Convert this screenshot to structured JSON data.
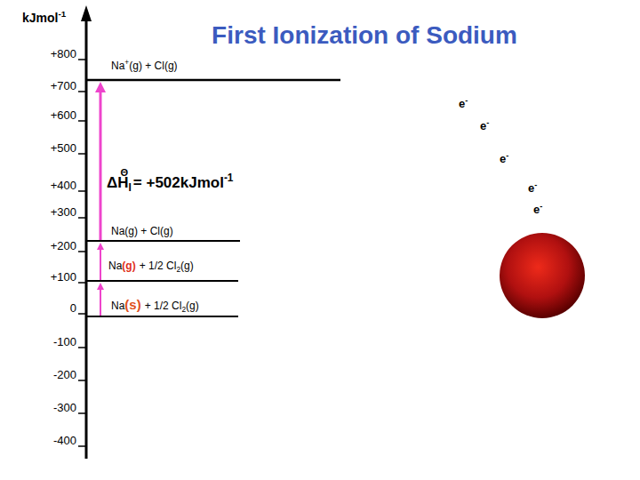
{
  "diagram": {
    "title": "First Ionization of Sodium",
    "labels": [
      "kJmol",
      "-1",
      "+800",
      "+700",
      "+600",
      "+500",
      "+400",
      "+300",
      "+200",
      "+100",
      "0",
      "-100",
      "-200",
      "-300",
      "-400",
      "Na",
      "+",
      "(g) + Cl(g)",
      "ΔH",
      "Θ",
      "I",
      "= +502kJmol",
      "-1",
      "Na(g) + Cl(g)",
      "Na",
      "(g)",
      "+ 1/2 Cl",
      "2",
      "(g)",
      "Na",
      "(s)",
      "+ 1/2 Cl",
      "2",
      "(g)",
      "e",
      "-",
      "e",
      "-",
      "e",
      "-",
      "e",
      "-",
      "e",
      "-"
    ]
  }
}
